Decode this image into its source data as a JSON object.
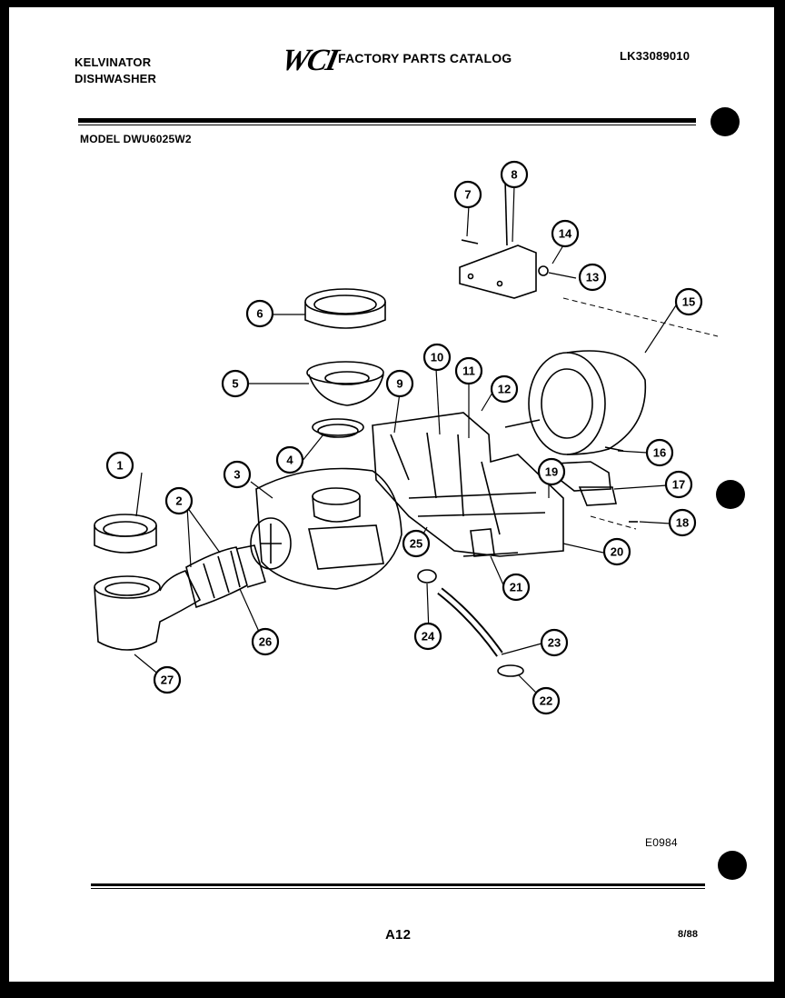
{
  "header": {
    "brand_line1": "KELVINATOR",
    "brand_line2": "DISHWASHER",
    "logo": "WCI",
    "catalog_title": "FACTORY PARTS CATALOG",
    "catalog_number": "LK33089010",
    "model_label": "MODEL DWU6025W2"
  },
  "diagram": {
    "callouts": [
      "1",
      "2",
      "3",
      "4",
      "5",
      "6",
      "7",
      "8",
      "9",
      "10",
      "11",
      "12",
      "13",
      "14",
      "15",
      "16",
      "17",
      "18",
      "19",
      "20",
      "21",
      "22",
      "23",
      "24",
      "25",
      "26",
      "27"
    ]
  },
  "footer": {
    "drawing_code": "E0984",
    "page_number": "A12",
    "date": "8/88"
  }
}
